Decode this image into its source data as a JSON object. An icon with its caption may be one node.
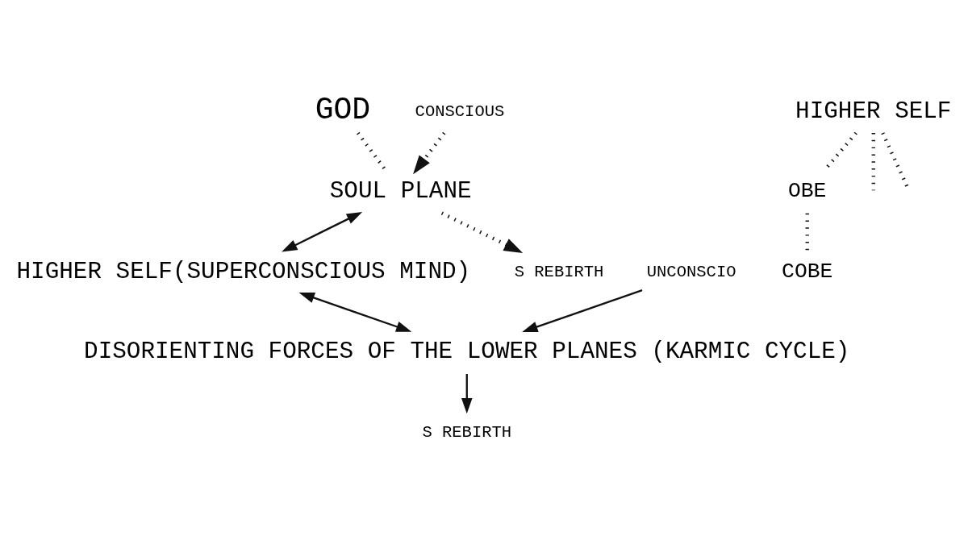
{
  "diagram": {
    "nodes": [
      {
        "text": [
          "GOD"
        ]
      },
      {
        "text": [
          "SOUL PLANE"
        ]
      },
      {
        "text": [
          "HIGHER SELF(SUPERCONSCIOUS MIND)"
        ]
      },
      {
        "text": [
          "DISORIENTING FORCES OF THE LOWER PLANES (KARMIC CYCLE)"
        ]
      },
      {
        "text": [
          "S REBIRTH"
        ]
      },
      {
        "text": [
          "S REBIRTH"
        ]
      },
      {
        "text": [
          "HIGHER SELF"
        ]
      },
      {
        "text": [
          "OBE"
        ]
      },
      {
        "text": [
          "COBE"
        ]
      },
      {
        "text": [
          "UNCONSCIO"
        ]
      },
      {
        "text": [
          "CONSCIOUS"
        ]
      }
    ],
    "edges": [
      {
        "from": 0,
        "to": 1,
        "arrow": "none",
        "style": "dashed"
      },
      {
        "from": 1,
        "to": 2,
        "arrow": "both"
      },
      {
        "from": 2,
        "to": 3,
        "arrow": "both"
      },
      {
        "from": 1,
        "to": 4,
        "arrow": "to",
        "style": "dashed"
      },
      {
        "from": 3,
        "to": 5,
        "arrow": "to"
      },
      {
        "from": 6,
        "to": 7,
        "arrow": "none",
        "style": "dashed"
      },
      {
        "from": 7,
        "to": 8,
        "arrow": "none",
        "style": "dashed"
      },
      {
        "from": 6,
        "to": null,
        "arrow": "none",
        "style": "dashed"
      },
      {
        "from": 6,
        "to": null,
        "arrow": "none",
        "style": "dashed"
      },
      {
        "from": 9,
        "to": 3,
        "arrow": "to"
      },
      {
        "from": 10,
        "to": 1,
        "arrow": "to",
        "style": "dashed"
      }
    ]
  }
}
